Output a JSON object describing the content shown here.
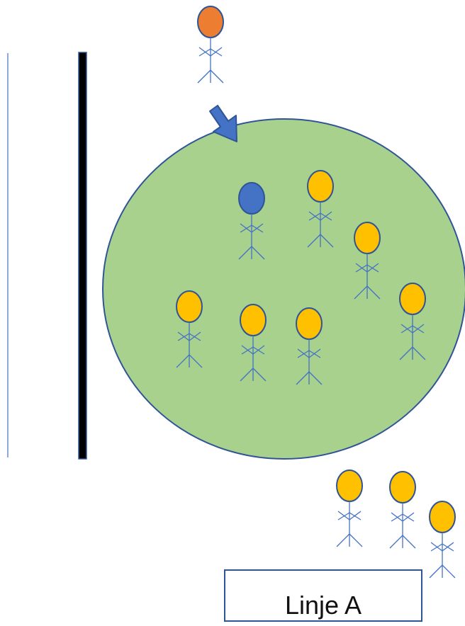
{
  "label": {
    "text": "Linje A"
  },
  "colors": {
    "circle_fill": "#A9D18E",
    "circle_stroke": "#2F5597",
    "figure_line": "#4472C4",
    "head_default": "#FFC000",
    "head_highlight": "#4472C4",
    "head_arriving": "#ED7D31",
    "arrow_fill": "#4472C4",
    "arrow_stroke": "#2F5597",
    "thick_bar": "#000000",
    "thin_line": "#4472C4"
  },
  "figures": {
    "arriving": {
      "head_color": "orange"
    },
    "inside": [
      {
        "head_color": "blue"
      },
      {
        "head_color": "yellow"
      },
      {
        "head_color": "yellow"
      },
      {
        "head_color": "yellow"
      },
      {
        "head_color": "yellow"
      },
      {
        "head_color": "yellow"
      },
      {
        "head_color": "yellow"
      }
    ],
    "queue": [
      {
        "head_color": "yellow"
      },
      {
        "head_color": "yellow"
      },
      {
        "head_color": "yellow"
      }
    ]
  }
}
